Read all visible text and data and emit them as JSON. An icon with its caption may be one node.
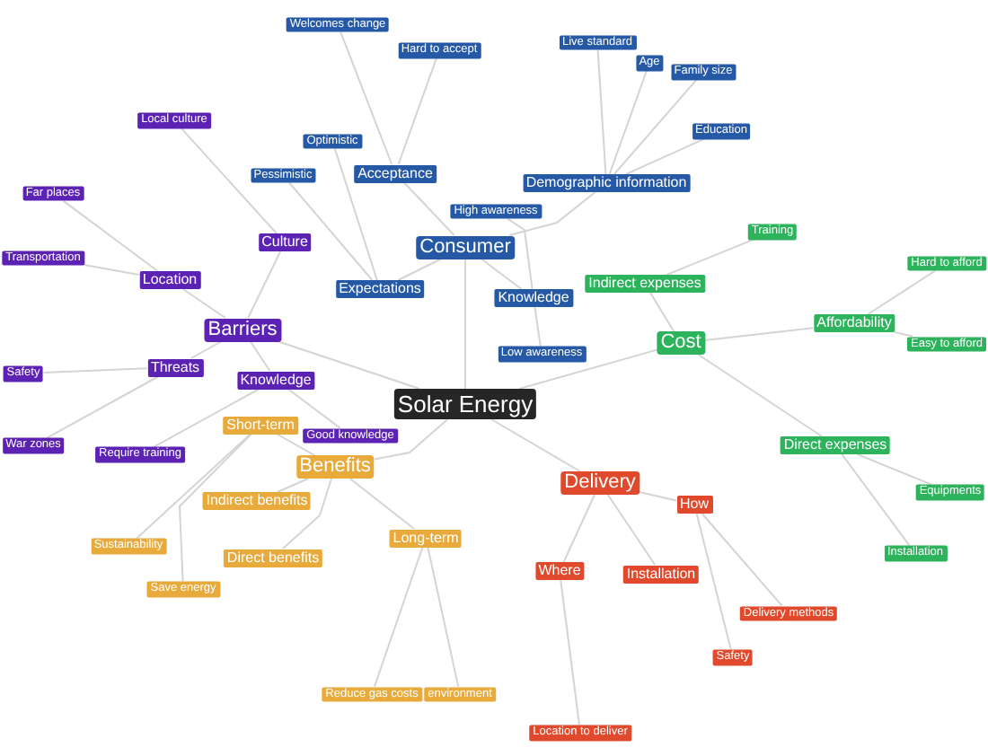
{
  "diagram": {
    "nodes": [
      {
        "text": [
          "Solar Energy"
        ]
      },
      {
        "text": [
          "Consumer"
        ]
      },
      {
        "text": [
          "Acceptance"
        ]
      },
      {
        "text": [
          "Welcomes change"
        ]
      },
      {
        "text": [
          "Hard to accept"
        ]
      },
      {
        "text": [
          "Expectations"
        ]
      },
      {
        "text": [
          "Optimistic"
        ]
      },
      {
        "text": [
          "Pessimistic"
        ]
      },
      {
        "text": [
          "Knowledge"
        ]
      },
      {
        "text": [
          "High awareness"
        ]
      },
      {
        "text": [
          "Low awareness"
        ]
      },
      {
        "text": [
          "Demographic information"
        ]
      },
      {
        "text": [
          "Live standard"
        ]
      },
      {
        "text": [
          "Age"
        ]
      },
      {
        "text": [
          "Family size"
        ]
      },
      {
        "text": [
          "Education"
        ]
      },
      {
        "text": [
          "Barriers"
        ]
      },
      {
        "text": [
          "Culture"
        ]
      },
      {
        "text": [
          "Local culture"
        ]
      },
      {
        "text": [
          "Location"
        ]
      },
      {
        "text": [
          "Far places"
        ]
      },
      {
        "text": [
          "Transportation"
        ]
      },
      {
        "text": [
          "Threats"
        ]
      },
      {
        "text": [
          "Safety"
        ]
      },
      {
        "text": [
          "War zones"
        ]
      },
      {
        "text": [
          "Knowledge"
        ]
      },
      {
        "text": [
          "Require training"
        ]
      },
      {
        "text": [
          "Good knowledge"
        ]
      },
      {
        "text": [
          "Benefits"
        ]
      },
      {
        "text": [
          "Short-term"
        ]
      },
      {
        "text": [
          "Indirect benefits"
        ]
      },
      {
        "text": [
          "Sustainability"
        ]
      },
      {
        "text": [
          "Save energy"
        ]
      },
      {
        "text": [
          "Direct benefits"
        ]
      },
      {
        "text": [
          "Long-term"
        ]
      },
      {
        "text": [
          "Reduce gas costs"
        ]
      },
      {
        "text": [
          "environment"
        ]
      },
      {
        "text": [
          "Delivery"
        ]
      },
      {
        "text": [
          "Where"
        ]
      },
      {
        "text": [
          "Location to deliver"
        ]
      },
      {
        "text": [
          "Installation"
        ]
      },
      {
        "text": [
          "How"
        ]
      },
      {
        "text": [
          "Delivery methods"
        ]
      },
      {
        "text": [
          "Safety"
        ]
      },
      {
        "text": [
          "Cost"
        ]
      },
      {
        "text": [
          "Indirect expenses"
        ]
      },
      {
        "text": [
          "Training"
        ]
      },
      {
        "text": [
          "Affordability"
        ]
      },
      {
        "text": [
          "Hard to afford"
        ]
      },
      {
        "text": [
          "Easy to afford"
        ]
      },
      {
        "text": [
          "Direct expenses"
        ]
      },
      {
        "text": [
          "Equipments"
        ]
      },
      {
        "text": [
          "Installation"
        ]
      }
    ],
    "edges": [
      {
        "from": 0,
        "to": 1,
        "arrow": "none"
      },
      {
        "from": 1,
        "to": 2,
        "arrow": "none"
      },
      {
        "from": 2,
        "to": 3,
        "arrow": "none"
      },
      {
        "from": 2,
        "to": 4,
        "arrow": "none"
      },
      {
        "from": 1,
        "to": 5,
        "arrow": "none"
      },
      {
        "from": 5,
        "to": 6,
        "arrow": "none"
      },
      {
        "from": 5,
        "to": 7,
        "arrow": "none"
      },
      {
        "from": 1,
        "to": 8,
        "arrow": "none"
      },
      {
        "from": 8,
        "to": 9,
        "arrow": "none"
      },
      {
        "from": 8,
        "to": 10,
        "arrow": "none"
      },
      {
        "from": 1,
        "to": 11,
        "arrow": "none"
      },
      {
        "from": 11,
        "to": 12,
        "arrow": "none"
      },
      {
        "from": 11,
        "to": 13,
        "arrow": "none"
      },
      {
        "from": 11,
        "to": 14,
        "arrow": "none"
      },
      {
        "from": 11,
        "to": 15,
        "arrow": "none"
      },
      {
        "from": 0,
        "to": 16,
        "arrow": "none"
      },
      {
        "from": 16,
        "to": 17,
        "arrow": "none"
      },
      {
        "from": 17,
        "to": 18,
        "arrow": "none"
      },
      {
        "from": 16,
        "to": 19,
        "arrow": "none"
      },
      {
        "from": 19,
        "to": 20,
        "arrow": "none"
      },
      {
        "from": 19,
        "to": 21,
        "arrow": "none"
      },
      {
        "from": 16,
        "to": 22,
        "arrow": "none"
      },
      {
        "from": 22,
        "to": 23,
        "arrow": "none"
      },
      {
        "from": 22,
        "to": 24,
        "arrow": "none"
      },
      {
        "from": 16,
        "to": 25,
        "arrow": "none"
      },
      {
        "from": 25,
        "to": 26,
        "arrow": "none"
      },
      {
        "from": 25,
        "to": 27,
        "arrow": "none"
      },
      {
        "from": 0,
        "to": 28,
        "arrow": "none"
      },
      {
        "from": 28,
        "to": 29,
        "arrow": "none"
      },
      {
        "from": 29,
        "to": 31,
        "arrow": "none"
      },
      {
        "from": 29,
        "to": 32,
        "arrow": "none"
      },
      {
        "from": 28,
        "to": 30,
        "arrow": "none"
      },
      {
        "from": 28,
        "to": 33,
        "arrow": "none"
      },
      {
        "from": 28,
        "to": 34,
        "arrow": "none"
      },
      {
        "from": 34,
        "to": 35,
        "arrow": "none"
      },
      {
        "from": 34,
        "to": 36,
        "arrow": "none"
      },
      {
        "from": 0,
        "to": 37,
        "arrow": "none"
      },
      {
        "from": 37,
        "to": 38,
        "arrow": "none"
      },
      {
        "from": 38,
        "to": 39,
        "arrow": "none"
      },
      {
        "from": 37,
        "to": 40,
        "arrow": "none"
      },
      {
        "from": 37,
        "to": 41,
        "arrow": "none"
      },
      {
        "from": 41,
        "to": 42,
        "arrow": "none"
      },
      {
        "from": 41,
        "to": 43,
        "arrow": "none"
      },
      {
        "from": 0,
        "to": 44,
        "arrow": "none"
      },
      {
        "from": 44,
        "to": 45,
        "arrow": "none"
      },
      {
        "from": 45,
        "to": 46,
        "arrow": "none"
      },
      {
        "from": 44,
        "to": 47,
        "arrow": "none"
      },
      {
        "from": 47,
        "to": 48,
        "arrow": "none"
      },
      {
        "from": 47,
        "to": 49,
        "arrow": "none"
      },
      {
        "from": 44,
        "to": 50,
        "arrow": "none"
      },
      {
        "from": 50,
        "to": 51,
        "arrow": "none"
      },
      {
        "from": 50,
        "to": 52,
        "arrow": "none"
      }
    ]
  }
}
